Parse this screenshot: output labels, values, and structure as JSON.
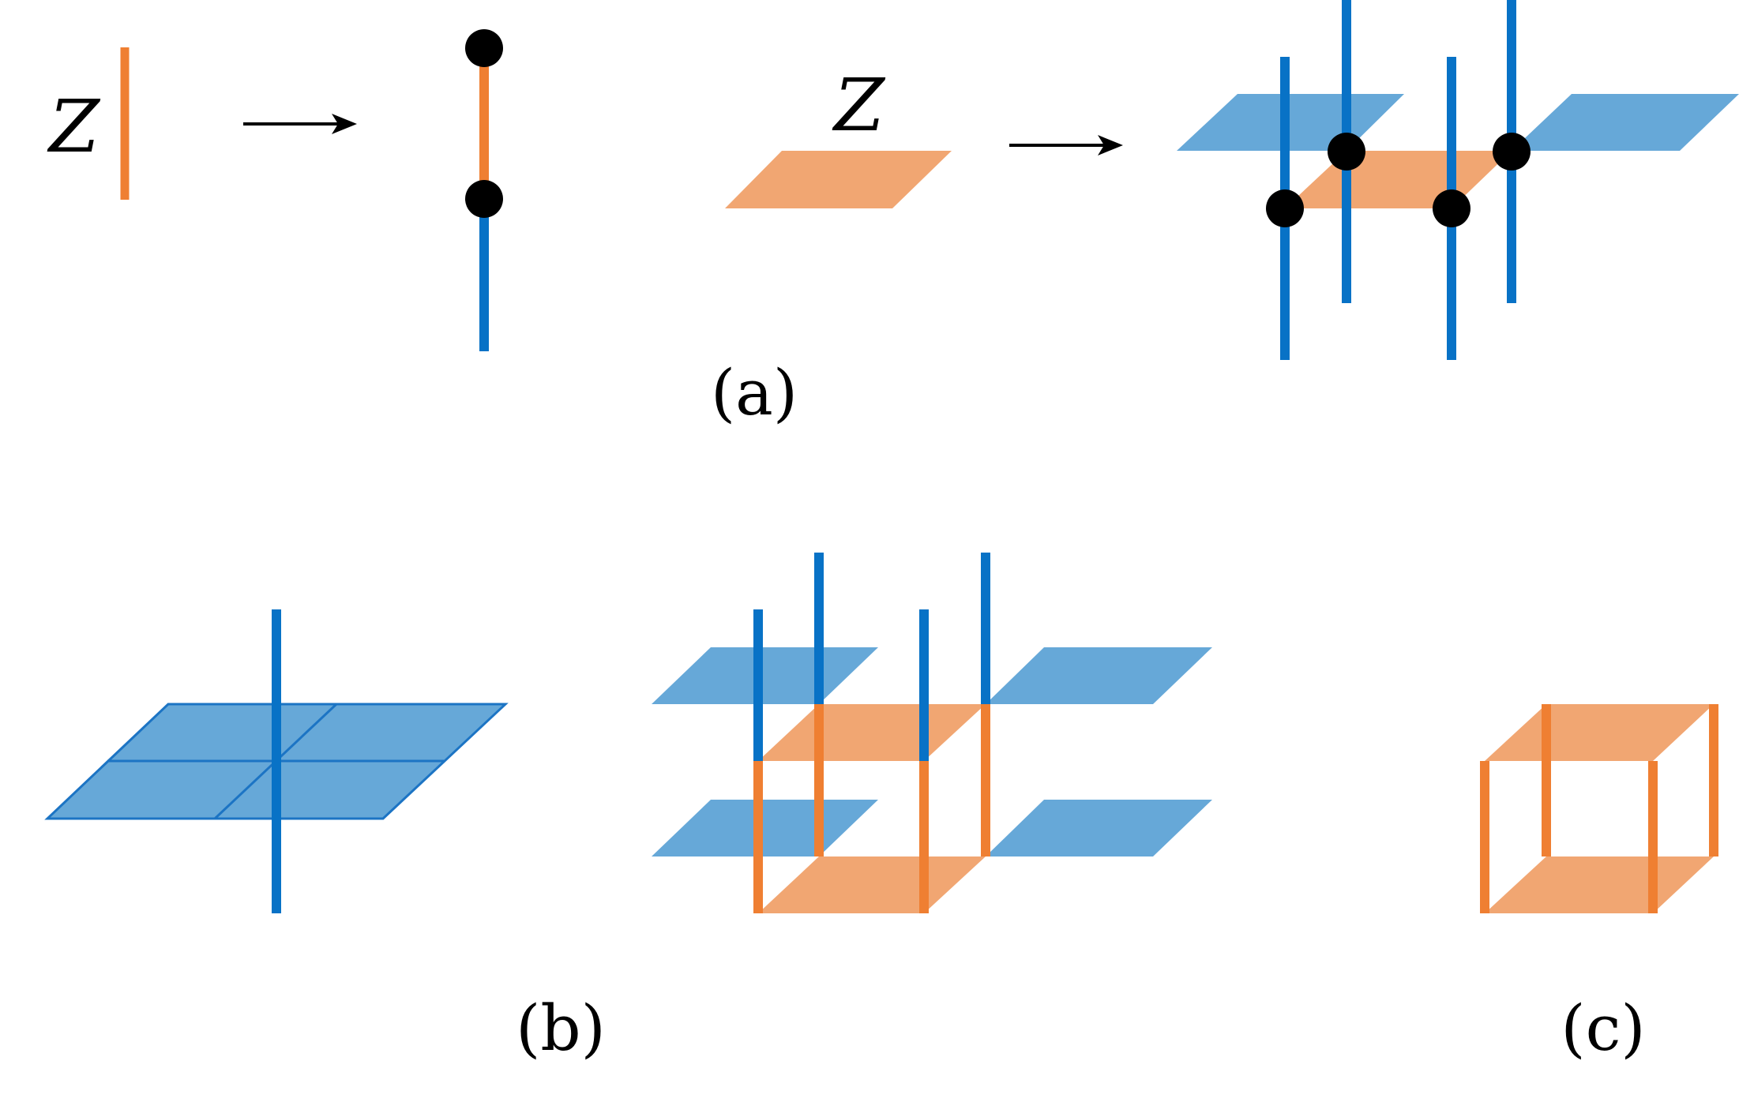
{
  "labels": {
    "z_line": "Z",
    "z_plane": "Z",
    "panel_a": "(a)",
    "panel_b": "(b)",
    "panel_c": "(c)"
  },
  "colors": {
    "orange_line": "#ef7f32",
    "orange_fill": "#f1a672",
    "blue_line": "#0872c6",
    "blue_fill": "#66a8d8",
    "blue_edge": "#1c74c4",
    "dot": "#000000",
    "arrow": "#000000"
  }
}
